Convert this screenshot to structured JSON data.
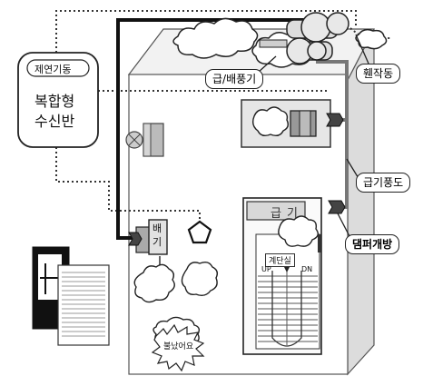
{
  "panel": {
    "header": "제연기동",
    "title_line1": "복합형",
    "title_line2": "수신반"
  },
  "labels": {
    "supply_exhaust_fan": "급/배풍기",
    "fan_operation": "휀작동",
    "supply_duct": "급기풍도",
    "damper_open": "댐퍼개방",
    "supply_inlet": "급기",
    "exhaust_inlet": "배기",
    "stair_room": "계단실",
    "stair_up": "UP",
    "stair_down": "DN",
    "fire": "불났어요"
  }
}
